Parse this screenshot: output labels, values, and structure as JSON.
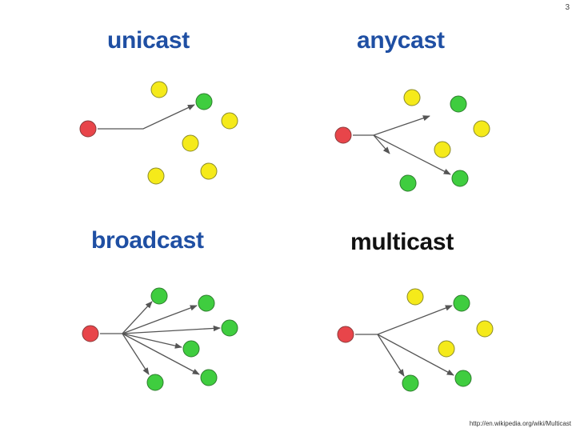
{
  "slide": {
    "page_number": "3",
    "source_url": "http://en.wikipedia.org/wiki/Multicast"
  },
  "colors": {
    "source": "#e8454a",
    "receiver": "#3fcd3f",
    "idle": "#f5ea1a",
    "title_blue": "#1f4fa3",
    "arrow": "#555555"
  },
  "panels": [
    {
      "id": "unicast",
      "title": "unicast"
    },
    {
      "id": "anycast",
      "title": "anycast"
    },
    {
      "id": "broadcast",
      "title": "broadcast"
    },
    {
      "id": "multicast",
      "title": "multicast"
    }
  ]
}
